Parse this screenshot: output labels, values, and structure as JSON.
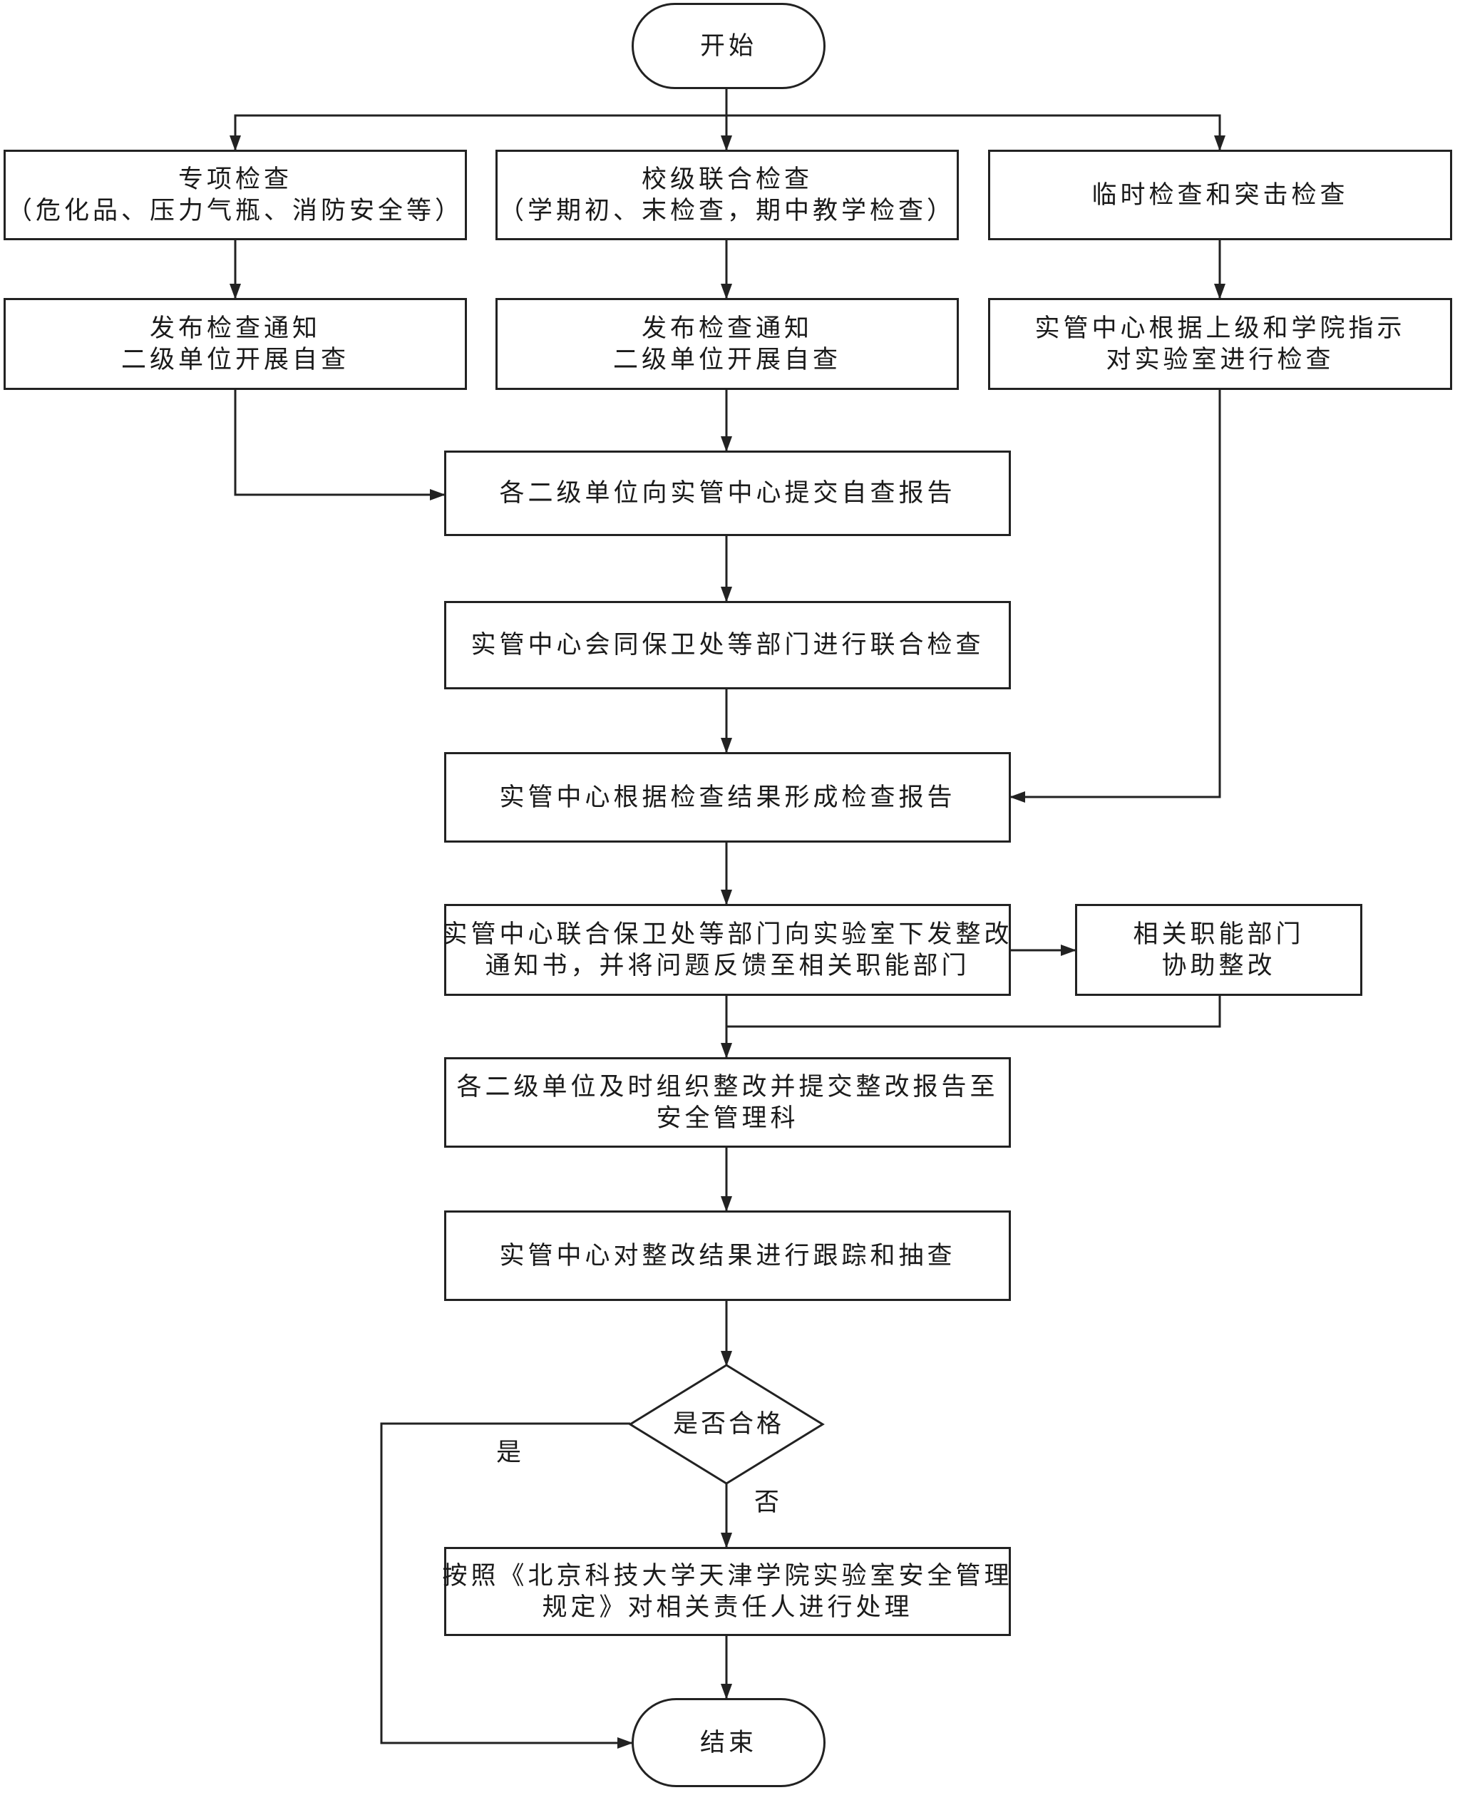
{
  "nodes": {
    "start": "开始",
    "special_check": {
      "line1": "专项检查",
      "line2": "（危化品、压力气瓶、消防安全等）"
    },
    "school_check": {
      "line1": "校级联合检查",
      "line2": "（学期初、末检查，期中教学检查）"
    },
    "temp_check": "临时检查和突击检查",
    "notice_left": {
      "line1": "发布检查通知",
      "line2": "二级单位开展自查"
    },
    "notice_mid": {
      "line1": "发布检查通知",
      "line2": "二级单位开展自查"
    },
    "center_inspect": {
      "line1": "实管中心根据上级和学院指示",
      "line2": "对实验室进行检查"
    },
    "submit_report": "各二级单位向实管中心提交自查报告",
    "joint_check": "实管中心会同保卫处等部门进行联合检查",
    "form_report": "实管中心根据检查结果形成检查报告",
    "issue_notice": {
      "line1": "实管中心联合保卫处等部门向实验室下发整改",
      "line2": "通知书，并将问题反馈至相关职能部门"
    },
    "assist": {
      "line1": "相关职能部门",
      "line2": "协助整改"
    },
    "rectify": {
      "line1": "各二级单位及时组织整改并提交整改报告至",
      "line2": "安全管理科"
    },
    "track": "实管中心对整改结果进行跟踪和抽查",
    "decision": "是否合格",
    "punish": {
      "line1": "按照《北京科技大学天津学院实验室安全管理",
      "line2": "规定》对相关责任人进行处理"
    },
    "end": "结束"
  },
  "edge_labels": {
    "yes": "是",
    "no": "否"
  }
}
